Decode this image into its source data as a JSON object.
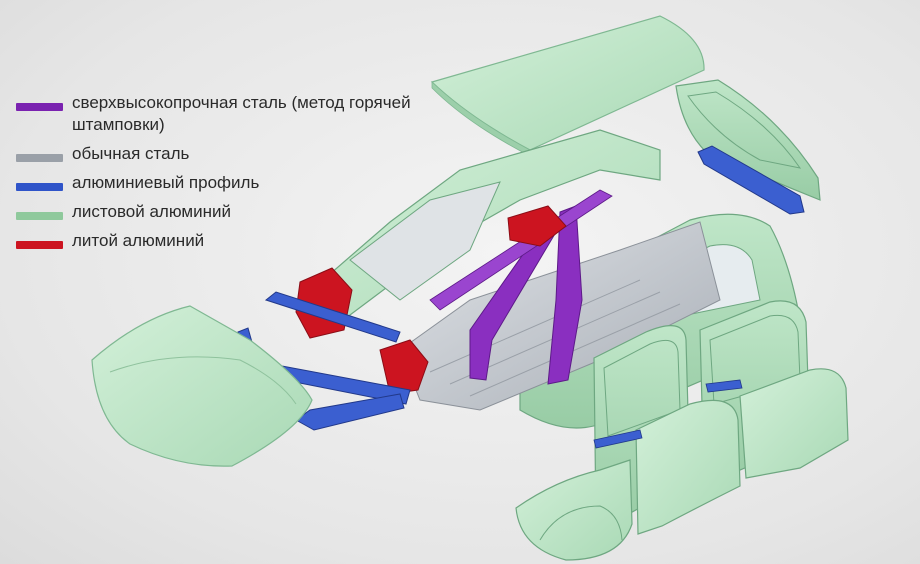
{
  "legend": {
    "items": [
      {
        "label": "сверхвысокопрочная сталь (метод горячей штамповки)",
        "color": "#7a22b0"
      },
      {
        "label": "обычная сталь",
        "color": "#9aa0a8"
      },
      {
        "label": "алюминиевый профиль",
        "color": "#2f54c9"
      },
      {
        "label": "листовой алюминий",
        "color": "#8fc99c"
      },
      {
        "label": "литой алюминий",
        "color": "#cc1420"
      }
    ]
  },
  "palette": {
    "sheet_aluminium": "#bfe6c8",
    "sheet_aluminium_edge": "#7fb892",
    "steel": "#c3c8cf",
    "steel_edge": "#8b9199",
    "profile": "#3b5fd0",
    "cast": "#cc1420",
    "hot_formed": "#8a2fc0"
  }
}
